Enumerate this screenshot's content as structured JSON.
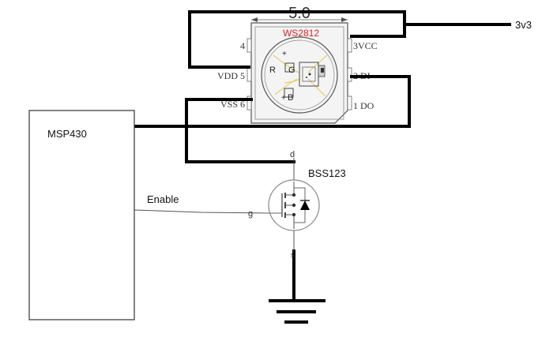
{
  "led": {
    "dimension": "5.0",
    "part": "WS2812",
    "pins": {
      "p4": "4",
      "vdd": "VDD 5",
      "vss": "VSS 6",
      "vcc": "3VCC",
      "di": "2 DI",
      "do": "1 DO"
    },
    "die_labels": {
      "r": "R",
      "g": "G",
      "b": "B",
      "plus_top": "+",
      "plus_bottom": "+"
    }
  },
  "supply": {
    "label": "3v3"
  },
  "mcu": {
    "label": "MSP430"
  },
  "mosfet": {
    "part": "BSS123",
    "drain": "d",
    "gate": "g",
    "source": "s"
  },
  "signal": {
    "enable": "Enable"
  },
  "colors": {
    "wire": "#000000",
    "part_label": "#e02020",
    "package_fill": "#f4f4f4",
    "die_yellow": "#e8c84a"
  }
}
